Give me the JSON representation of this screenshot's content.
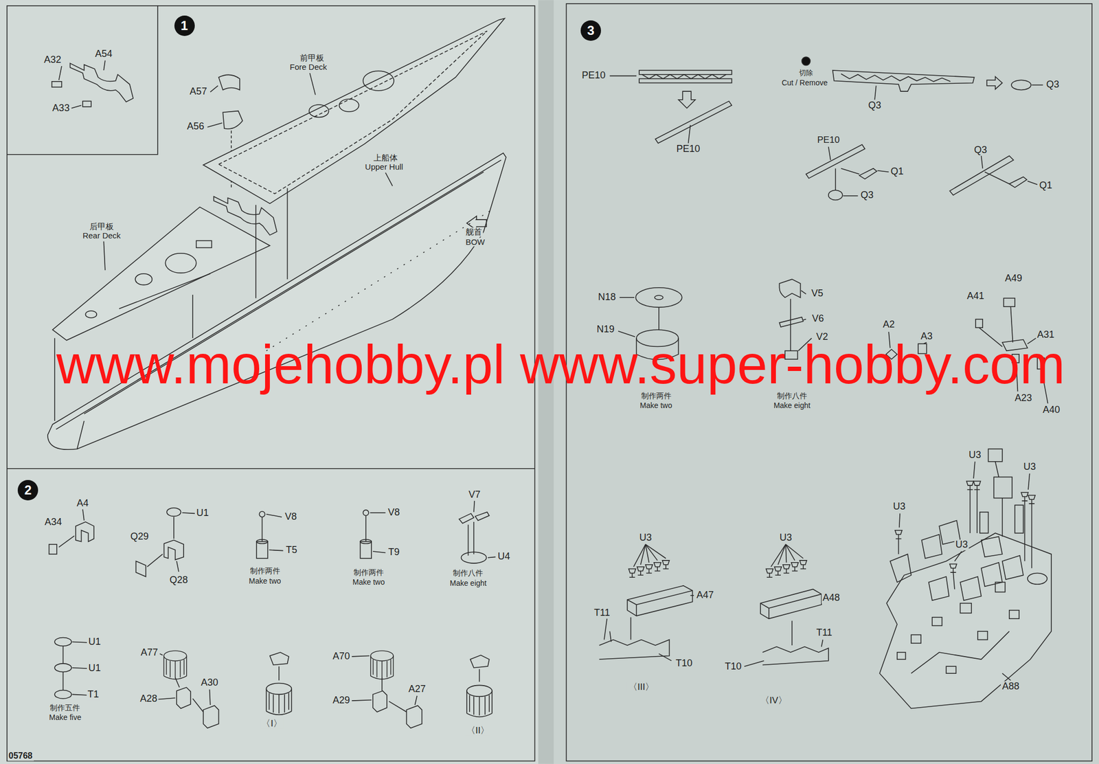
{
  "diagram": {
    "nodes": [
      {
        "text": [
          "1"
        ]
      },
      {
        "text": [
          "2"
        ]
      },
      {
        "text": [
          "3"
        ]
      }
    ],
    "labels": [
      "A32",
      "A54",
      "A33",
      "A57",
      "A56",
      "前甲板",
      "Fore Deck",
      "上船体",
      "Upper Hull",
      "后甲板",
      "Rear Deck",
      "舰首",
      "BOW",
      "A4",
      "A34",
      "U1",
      "Q29",
      "Q28",
      "V8",
      "T5",
      "制作两件",
      "Make two",
      "V8",
      "T9",
      "制作两件",
      "Make two",
      "V7",
      "U4",
      "制作八件",
      "Make eight",
      "U1",
      "U1",
      "T1",
      "制作五件",
      "Make five",
      "A77",
      "A28",
      "A30",
      "〈I〉",
      "A70",
      "A29",
      "A27",
      "〈II〉",
      "05768",
      "PE10",
      "PE10",
      "切除",
      "Cut / Remove",
      "Q3",
      "Q3",
      "PE10",
      "Q1",
      "Q3",
      "Q3",
      "Q1",
      "N18",
      "N19",
      "制作两件",
      "Make two",
      "V5",
      "V6",
      "V2",
      "制作八件",
      "Make eight",
      "A2",
      "A3",
      "A49",
      "A41",
      "A31",
      "A23",
      "A40",
      "U3",
      "A47",
      "T11",
      "T10",
      "〈III〉",
      "U3",
      "A48",
      "T11",
      "T10",
      "〈IV〉",
      "U3",
      "U3",
      "U3",
      "U3",
      "A88",
      "www.mojehobby.pl www.super-hobby.com"
    ]
  }
}
